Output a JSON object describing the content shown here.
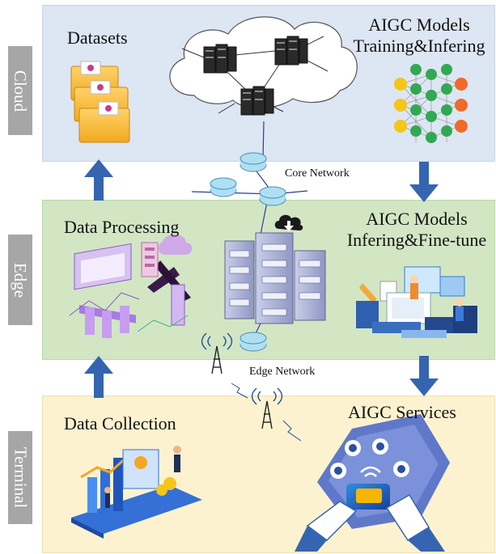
{
  "layers": {
    "cloud": {
      "label": "Cloud",
      "datasets": "Datasets",
      "models_line1": "AIGC Models",
      "models_line2": "Training&Infering",
      "color": "#dde6f3"
    },
    "edge": {
      "label": "Edge",
      "processing": "Data Processing",
      "models_line1": "AIGC Models",
      "models_line2": "Infering&Fine-tune",
      "color": "#d2e6c4"
    },
    "terminal": {
      "label": "Terminal",
      "collection": "Data Collection",
      "services": "AIGC Services",
      "color": "#fdf2d0"
    }
  },
  "networks": {
    "core": "Core Network",
    "edge": "Edge Network"
  },
  "colors": {
    "arrow": "#3565b0",
    "side_label_bg": "#a6a6a6",
    "router": "#aee0f2"
  }
}
